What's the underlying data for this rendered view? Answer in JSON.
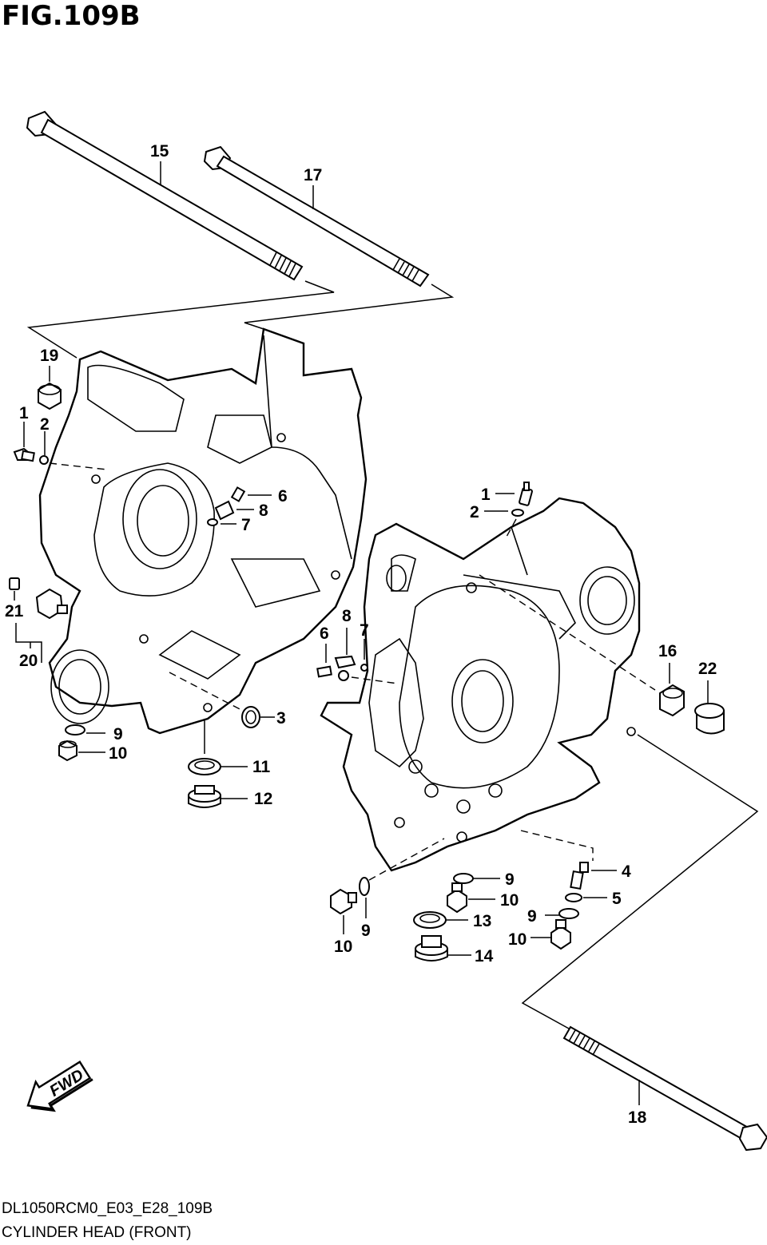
{
  "figure_title": "FIG.109B",
  "caption_code": "DL1050RCM0_E03_E28_109B",
  "caption_name": "CYLINDER HEAD (FRONT)",
  "fwd_label": "FWD",
  "callouts": {
    "c15": "15",
    "c17": "17",
    "c19": "19",
    "c1a": "1",
    "c2a": "2",
    "c6a": "6",
    "c8a": "8",
    "c7a": "7",
    "c21": "21",
    "c20": "20",
    "c3": "3",
    "c9a": "9",
    "c10a": "10",
    "c11": "11",
    "c12": "12",
    "c1b": "1",
    "c2b": "2",
    "c8b": "8",
    "c6b": "6",
    "c7b": "7",
    "c16": "16",
    "c22": "22",
    "c4": "4",
    "c5": "5",
    "c9b": "9",
    "c10b": "10",
    "c13": "13",
    "c9c": "9",
    "c10c": "10",
    "c14": "14",
    "c10d": "10",
    "c9d": "9",
    "c18": "18"
  }
}
